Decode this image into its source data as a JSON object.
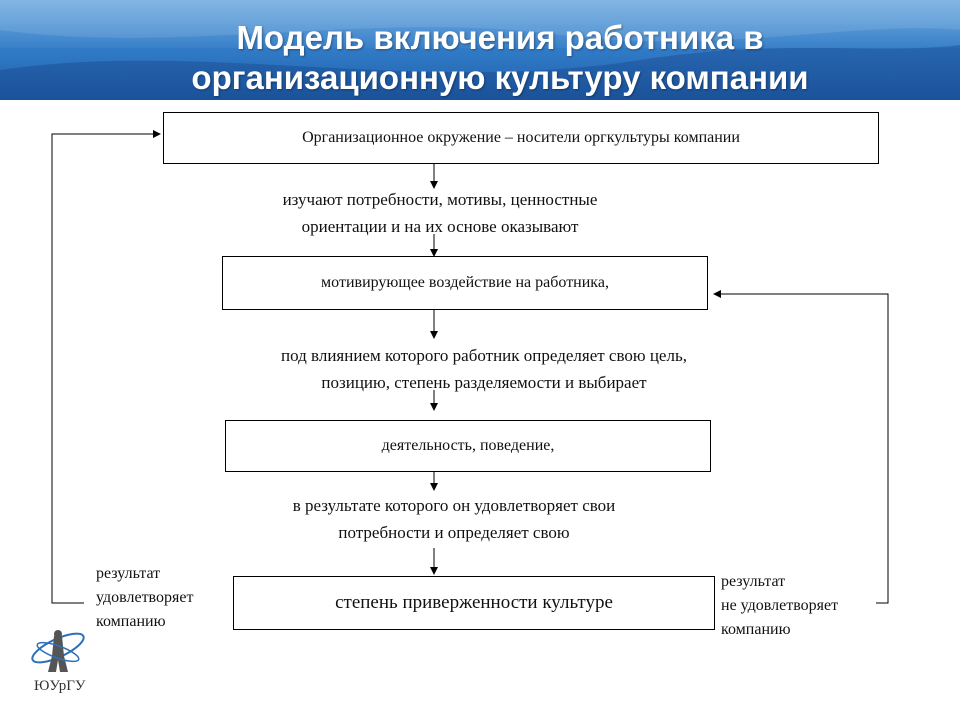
{
  "header": {
    "title_line1": "Модель включения работника в",
    "title_line2": "организационную культуру компании"
  },
  "diagram": {
    "box1": "Организационное окружение – носители оргкультуры компании",
    "note1_line1": "изучают потребности, мотивы, ценностные",
    "note1_line2": "ориентации   и на их основе оказывают",
    "box2": "мотивирующее воздействие на работника,",
    "note2_line1": "под влиянием которого работник определяет свою цель,",
    "note2_line2": "позицию, степень разделяемости и выбирает",
    "box3": "деятельность, поведение,",
    "note3_line1": "в результате которого он удовлетворяет свои",
    "note3_line2": "потребности и определяет свою",
    "box4": "степень приверженности культуре",
    "left_note_line1": "результат",
    "left_note_line2": "удовлетворяет",
    "left_note_line3": "компанию",
    "right_note_line1": "результат",
    "right_note_line2": "не   удовлетворяет",
    "right_note_line3": "компанию"
  },
  "logo": {
    "label": "ЮУрГУ"
  },
  "colors": {
    "header_blue": "#2f78c4",
    "line": "#000000"
  }
}
